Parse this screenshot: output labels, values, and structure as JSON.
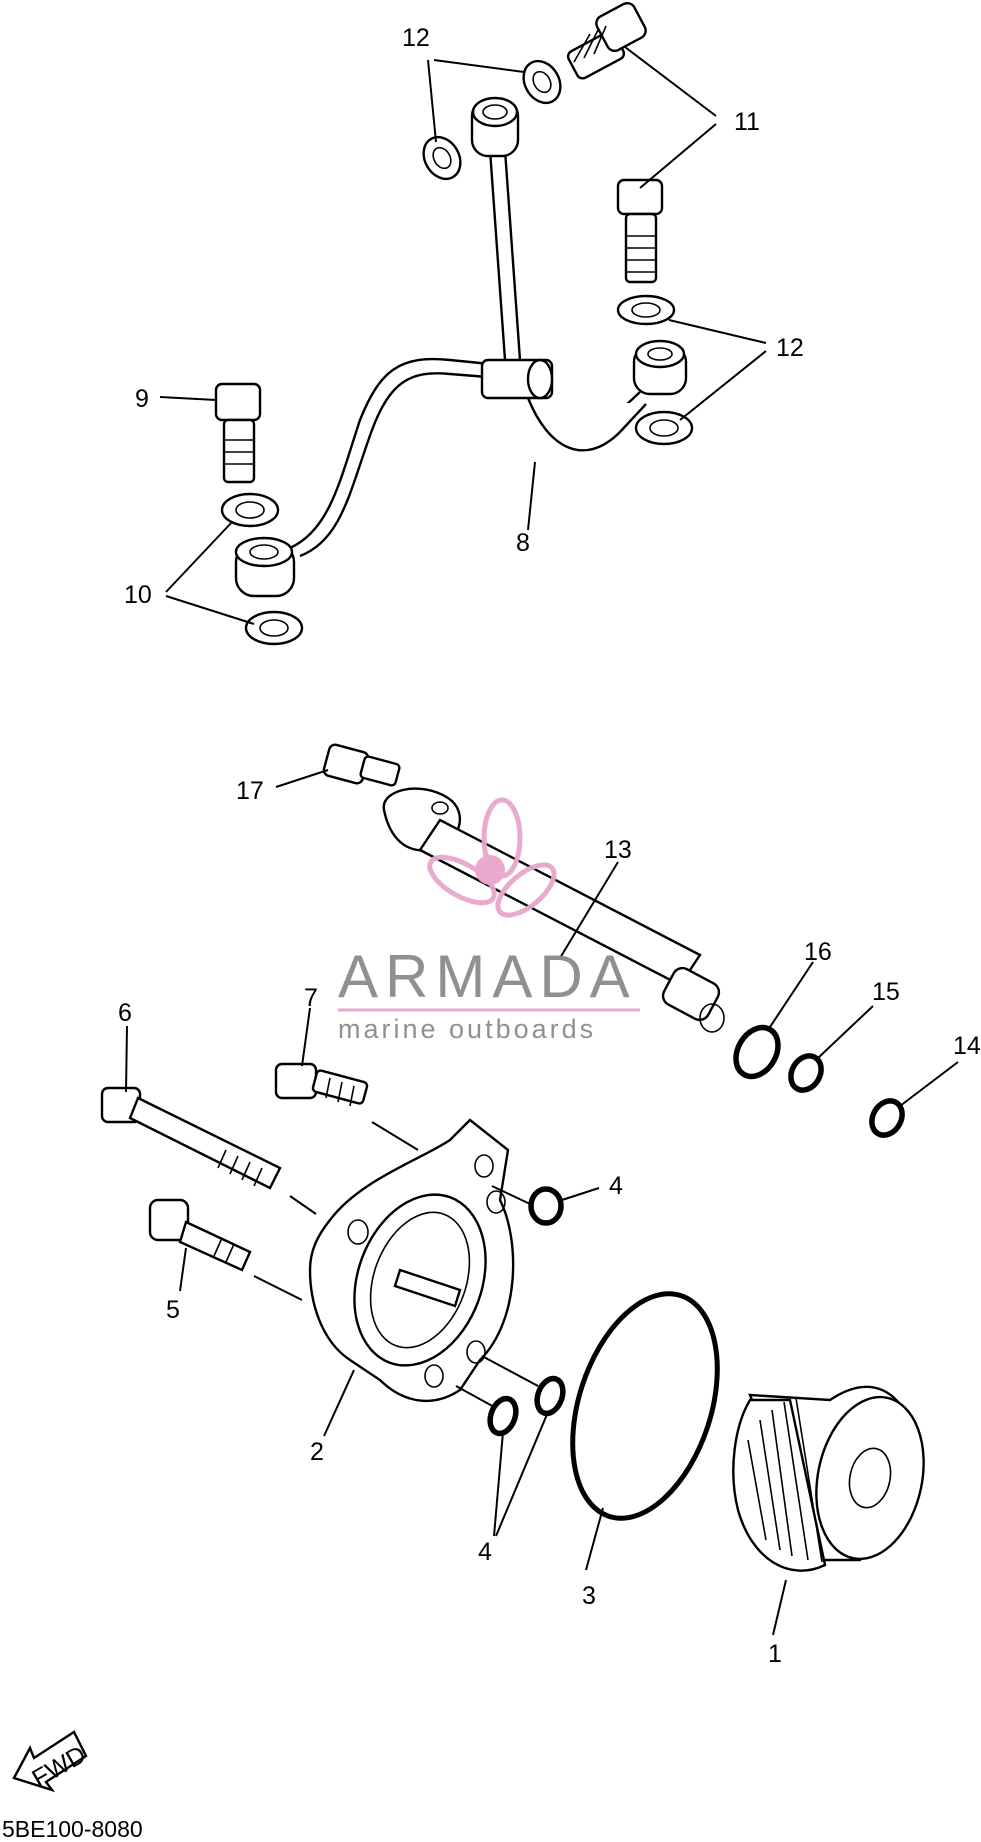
{
  "callouts": {
    "c1": "1",
    "c2": "2",
    "c3": "3",
    "c4a": "4",
    "c4b": "4",
    "c5": "5",
    "c6": "6",
    "c7": "7",
    "c8": "8",
    "c9": "9",
    "c10": "10",
    "c11": "11",
    "c12a": "12",
    "c12b": "12",
    "c13": "13",
    "c14": "14",
    "c15": "15",
    "c16": "16",
    "c17": "17"
  },
  "diagram_code": "5BE100-8080",
  "fwd_label": "FWD",
  "watermark": {
    "title": "ARMADA",
    "subtitle": "marine outboards",
    "color": "#e8a6cb",
    "text_color": "#8b8b8b"
  }
}
